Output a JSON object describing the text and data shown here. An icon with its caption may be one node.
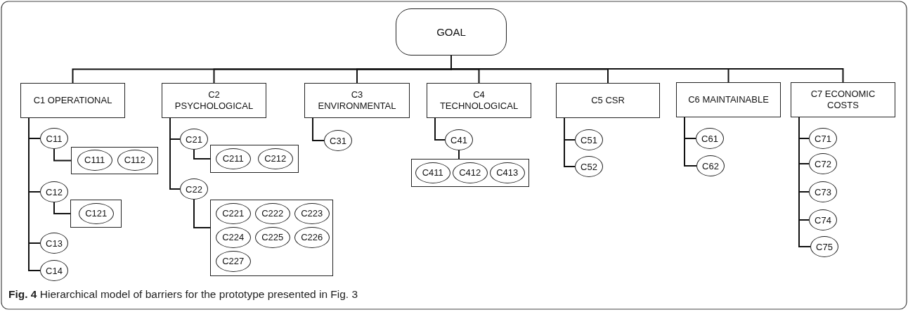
{
  "diagram": {
    "caption": "**Fig. 4** Hierarchical model of barriers for the prototype presented in Fig. 3",
    "nodes": [
      {
        "text": [
          "GOAL"
        ]
      },
      {
        "text": [
          "C1 OPERATIONAL"
        ]
      },
      {
        "text": [
          "C11"
        ]
      },
      {
        "text": [],
        "shape": "box"
      },
      {
        "text": [
          "C111"
        ],
        "in": 3
      },
      {
        "text": [
          "C112"
        ],
        "in": 3
      },
      {
        "text": [
          "C12"
        ]
      },
      {
        "text": [],
        "shape": "box"
      },
      {
        "text": [
          "C121"
        ],
        "in": 7
      },
      {
        "text": [
          "C13"
        ]
      },
      {
        "text": [
          "C14"
        ]
      },
      {
        "text": [
          "C2 PSYCHOLOGICAL"
        ]
      },
      {
        "text": [
          "C21"
        ]
      },
      {
        "text": [],
        "shape": "box"
      },
      {
        "text": [
          "C211"
        ],
        "in": 13
      },
      {
        "text": [
          "C212"
        ],
        "in": 13
      },
      {
        "text": [
          "C22"
        ]
      },
      {
        "text": [],
        "shape": "box"
      },
      {
        "text": [
          "C221"
        ],
        "in": 17
      },
      {
        "text": [
          "C222"
        ],
        "in": 17
      },
      {
        "text": [
          "C223"
        ],
        "in": 17
      },
      {
        "text": [
          "C224"
        ],
        "in": 17
      },
      {
        "text": [
          "C225"
        ],
        "in": 17
      },
      {
        "text": [
          "C226"
        ],
        "in": 17
      },
      {
        "text": [
          "C227"
        ],
        "in": 17
      },
      {
        "text": [
          "C3 ENVIRONMENTAL"
        ]
      },
      {
        "text": [
          "C31"
        ]
      },
      {
        "text": [
          "C4 TECHNOLOGICAL"
        ]
      },
      {
        "text": [
          "C41"
        ]
      },
      {
        "text": [],
        "shape": "box"
      },
      {
        "text": [
          "C411"
        ],
        "in": 29
      },
      {
        "text": [
          "C412"
        ],
        "in": 29
      },
      {
        "text": [
          "C413"
        ],
        "in": 29
      },
      {
        "text": [
          "C5 CSR"
        ]
      },
      {
        "text": [
          "C51"
        ]
      },
      {
        "text": [
          "C52"
        ]
      },
      {
        "text": [
          "C6 MAINTAINABLE"
        ]
      },
      {
        "text": [
          "C61"
        ]
      },
      {
        "text": [
          "C62"
        ]
      },
      {
        "text": [
          "C7 ECONOMIC COSTS"
        ]
      },
      {
        "text": [
          "C71"
        ]
      },
      {
        "text": [
          "C72"
        ]
      },
      {
        "text": [
          "C73"
        ]
      },
      {
        "text": [
          "C74"
        ]
      },
      {
        "text": [
          "C75"
        ]
      }
    ],
    "edges": [
      {
        "from": 0,
        "to": 1,
        "arrow": "none"
      },
      {
        "from": 0,
        "to": 11,
        "arrow": "none"
      },
      {
        "from": 0,
        "to": 25,
        "arrow": "none"
      },
      {
        "from": 0,
        "to": 27,
        "arrow": "none"
      },
      {
        "from": 0,
        "to": 33,
        "arrow": "none"
      },
      {
        "from": 0,
        "to": 36,
        "arrow": "none"
      },
      {
        "from": 0,
        "to": 39,
        "arrow": "none"
      },
      {
        "from": 1,
        "to": 2,
        "arrow": "none"
      },
      {
        "from": 1,
        "to": 6,
        "arrow": "none"
      },
      {
        "from": 1,
        "to": 9,
        "arrow": "none"
      },
      {
        "from": 1,
        "to": 10,
        "arrow": "none"
      },
      {
        "from": 2,
        "to": 3,
        "arrow": "none"
      },
      {
        "from": 6,
        "to": 7,
        "arrow": "none"
      },
      {
        "from": 11,
        "to": 12,
        "arrow": "none"
      },
      {
        "from": 11,
        "to": 16,
        "arrow": "none"
      },
      {
        "from": 12,
        "to": 13,
        "arrow": "none"
      },
      {
        "from": 16,
        "to": 17,
        "arrow": "none"
      },
      {
        "from": 25,
        "to": 26,
        "arrow": "none"
      },
      {
        "from": 27,
        "to": 28,
        "arrow": "none"
      },
      {
        "from": 28,
        "to": 29,
        "arrow": "none"
      },
      {
        "from": 33,
        "to": 34,
        "arrow": "none"
      },
      {
        "from": 33,
        "to": 35,
        "arrow": "none"
      },
      {
        "from": 36,
        "to": 37,
        "arrow": "none"
      },
      {
        "from": 36,
        "to": 38,
        "arrow": "none"
      },
      {
        "from": 39,
        "to": 40,
        "arrow": "none"
      },
      {
        "from": 39,
        "to": 41,
        "arrow": "none"
      },
      {
        "from": 39,
        "to": 42,
        "arrow": "none"
      },
      {
        "from": 39,
        "to": 43,
        "arrow": "none"
      },
      {
        "from": 39,
        "to": 44,
        "arrow": "none"
      }
    ]
  }
}
